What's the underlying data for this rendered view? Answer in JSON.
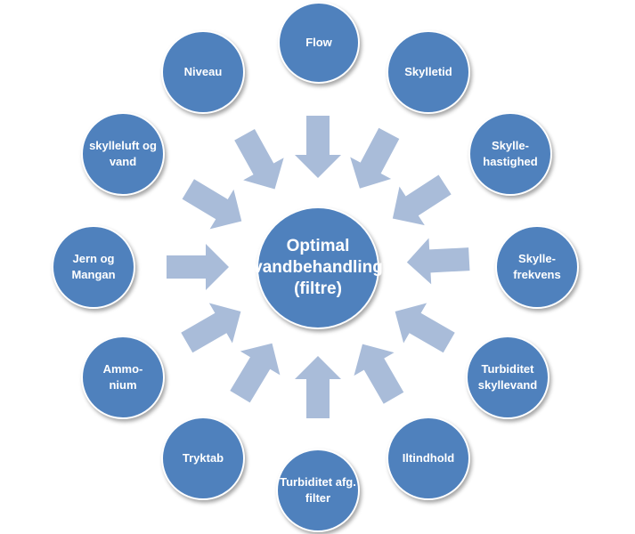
{
  "center": {
    "label": "Optimal\nvandbehandling\n(filtre)"
  },
  "nodes": [
    {
      "id": "flow",
      "label": "Flow"
    },
    {
      "id": "skylletid",
      "label": "Skylletid"
    },
    {
      "id": "skylle-hastighed",
      "label": "Skylle-\nhastighed"
    },
    {
      "id": "skylle-frekvens",
      "label": "Skylle-\nfrekvens"
    },
    {
      "id": "turbiditet-skyllevand",
      "label": "Turbiditet\nskyllevand"
    },
    {
      "id": "iltindhold",
      "label": "Iltindhold"
    },
    {
      "id": "turbiditet-afg-filter",
      "label": "Turbiditet afg.\nfilter"
    },
    {
      "id": "tryktab",
      "label": "Tryktab"
    },
    {
      "id": "ammonium",
      "label": "Ammo-\nnium"
    },
    {
      "id": "jern-og-mangan",
      "label": "Jern og\nMangan"
    },
    {
      "id": "skylleluft-og-vand",
      "label": "skylleluft og\nvand"
    },
    {
      "id": "niveau",
      "label": "Niveau"
    }
  ],
  "colors": {
    "node_fill": "#4f81bd",
    "arrow_fill": "#a9bcd9",
    "node_border": "#ffffff"
  }
}
